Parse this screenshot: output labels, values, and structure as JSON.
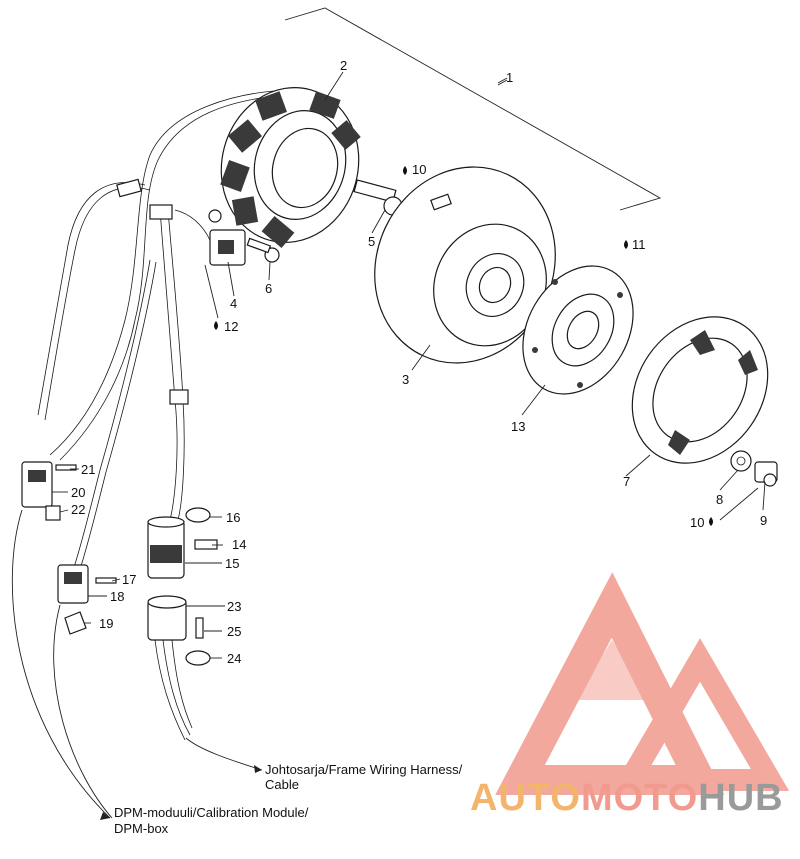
{
  "parts": [
    {
      "id": "p1",
      "label": "1"
    },
    {
      "id": "p2",
      "label": "2"
    },
    {
      "id": "p3",
      "label": "3"
    },
    {
      "id": "p4",
      "label": "4"
    },
    {
      "id": "p5",
      "label": "5"
    },
    {
      "id": "p6",
      "label": "6"
    },
    {
      "id": "p7",
      "label": "7"
    },
    {
      "id": "p8",
      "label": "8"
    },
    {
      "id": "p9",
      "label": "9"
    },
    {
      "id": "p10a",
      "label": "10"
    },
    {
      "id": "p10b",
      "label": "10"
    },
    {
      "id": "p11",
      "label": "11"
    },
    {
      "id": "p12",
      "label": "12"
    },
    {
      "id": "p13",
      "label": "13"
    },
    {
      "id": "p14",
      "label": "14"
    },
    {
      "id": "p15",
      "label": "15"
    },
    {
      "id": "p16",
      "label": "16"
    },
    {
      "id": "p17",
      "label": "17"
    },
    {
      "id": "p18",
      "label": "18"
    },
    {
      "id": "p19",
      "label": "19"
    },
    {
      "id": "p20",
      "label": "20"
    },
    {
      "id": "p21",
      "label": "21"
    },
    {
      "id": "p22",
      "label": "22"
    },
    {
      "id": "p23",
      "label": "23"
    },
    {
      "id": "p24",
      "label": "24"
    },
    {
      "id": "p25",
      "label": "25"
    }
  ],
  "captions": {
    "harness_line1": "Johtosarja/Frame Wiring Harness/",
    "harness_line2": "Cable",
    "dpm_line1": "DPM-moduuli/Calibration Module/",
    "dpm_line2": "DPM-box"
  },
  "watermark": {
    "part1": "AUTO",
    "part2": "MOTO",
    "part3": "HUB",
    "colors": {
      "auto": "#f3b46c",
      "moto": "#f29a8e",
      "hub": "#9a9a9a",
      "logo": "#f29a8e"
    }
  },
  "icons": {
    "sealant": "drop-icon"
  }
}
